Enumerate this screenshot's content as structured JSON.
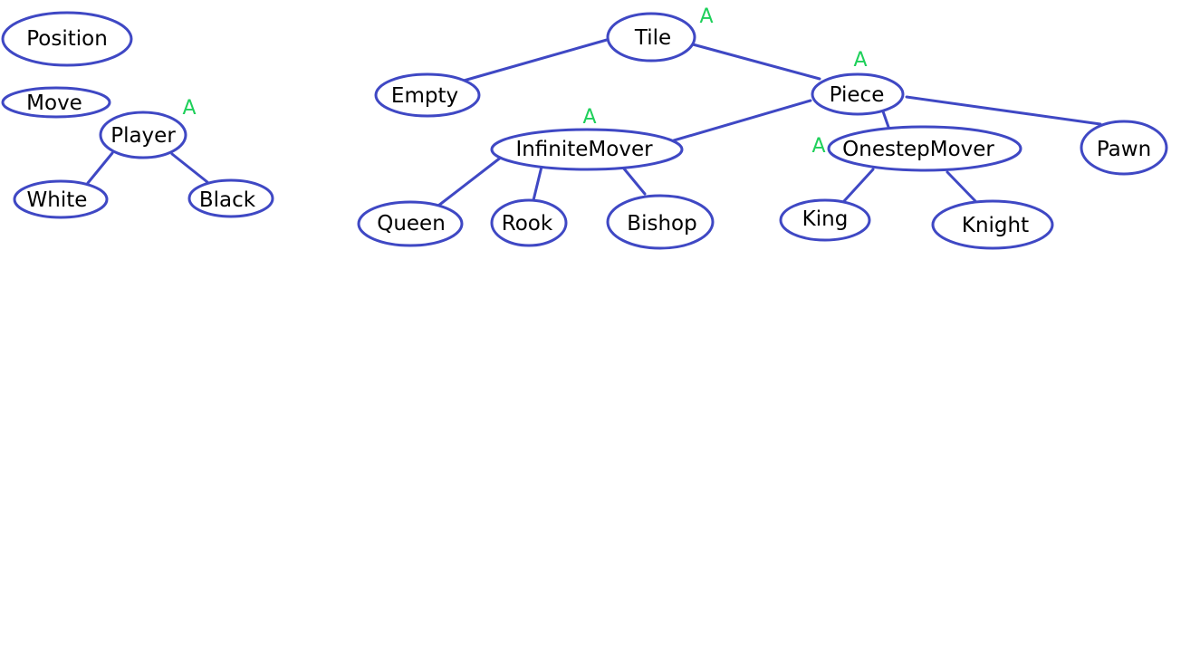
{
  "diagram": {
    "colors": {
      "node_outline": "#3f48c4",
      "edge": "#3f48c4",
      "abstract_marker": "#1ed05a",
      "label": "#000000",
      "background": "#ffffff"
    },
    "nodes": {
      "position": {
        "label": "Position"
      },
      "move": {
        "label": "Move"
      },
      "player": {
        "label": "Player",
        "abstract_marker": "A"
      },
      "white": {
        "label": "White"
      },
      "black": {
        "label": "Black"
      },
      "tile": {
        "label": "Tile",
        "abstract_marker": "A"
      },
      "empty": {
        "label": "Empty"
      },
      "piece": {
        "label": "Piece",
        "abstract_marker": "A"
      },
      "infinite_mover": {
        "label": "InfiniteMover",
        "abstract_marker": "A"
      },
      "onestep_mover": {
        "label": "OnestepMover",
        "abstract_marker": "A"
      },
      "pawn": {
        "label": "Pawn"
      },
      "queen": {
        "label": "Queen"
      },
      "rook": {
        "label": "Rook"
      },
      "bishop": {
        "label": "Bishop"
      },
      "king": {
        "label": "King"
      },
      "knight": {
        "label": "Knight"
      }
    },
    "edges": [
      {
        "from": "player",
        "to": "white"
      },
      {
        "from": "player",
        "to": "black"
      },
      {
        "from": "tile",
        "to": "empty"
      },
      {
        "from": "tile",
        "to": "piece"
      },
      {
        "from": "piece",
        "to": "infinite_mover"
      },
      {
        "from": "piece",
        "to": "onestep_mover"
      },
      {
        "from": "piece",
        "to": "pawn"
      },
      {
        "from": "infinite_mover",
        "to": "queen"
      },
      {
        "from": "infinite_mover",
        "to": "rook"
      },
      {
        "from": "infinite_mover",
        "to": "bishop"
      },
      {
        "from": "onestep_mover",
        "to": "king"
      },
      {
        "from": "onestep_mover",
        "to": "knight"
      }
    ]
  }
}
